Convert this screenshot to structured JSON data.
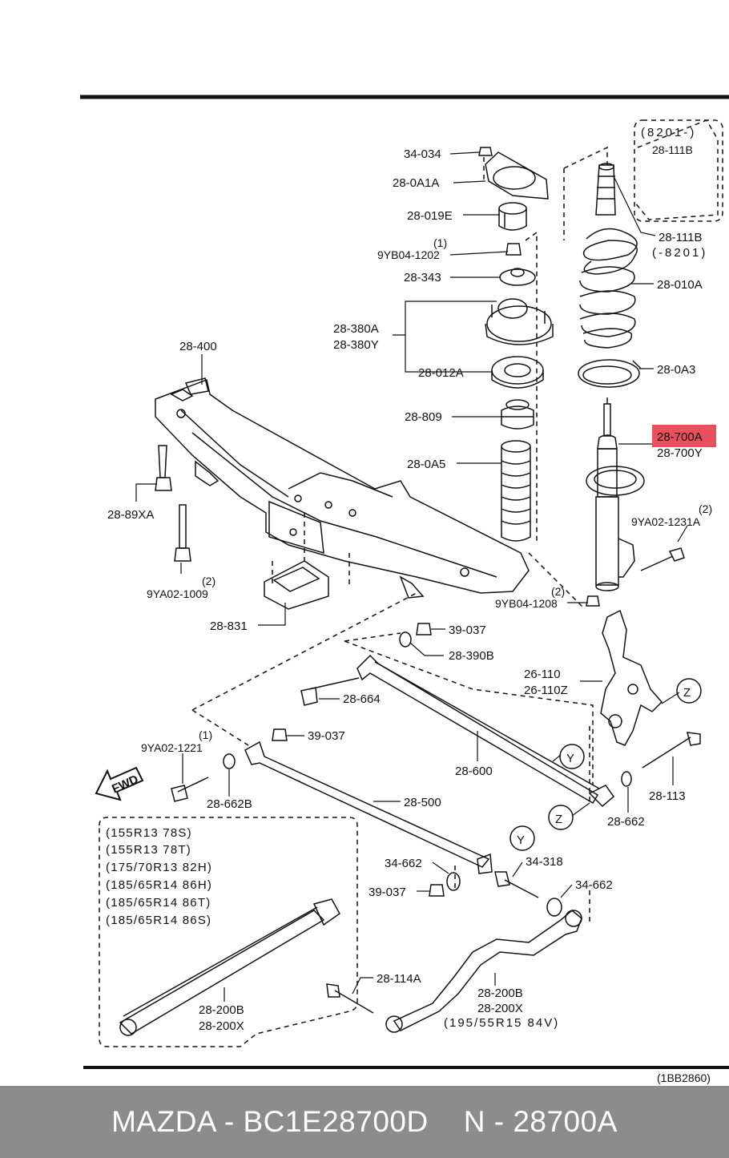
{
  "labels": {
    "l_34034": "34-034",
    "l_280A1A": "28-0A1A",
    "l_28019E": "28-019E",
    "l_9YB041202_qty": "(1)",
    "l_9YB041202": "9YB04-1202",
    "l_28343": "28-343",
    "l_28380A": "28-380A",
    "l_28380Y": "28-380Y",
    "l_28012A": "28-012A",
    "l_28809": "28-809",
    "l_280A5": "28-0A5",
    "l_28400": "28-400",
    "l_2889XA": "28-89XA",
    "l_9YA021009_qty": "(2)",
    "l_9YA021009": "9YA02-1009",
    "l_28831": "28-831",
    "l_8201_box": "(8201-)",
    "l_28111B_box": "28-111B",
    "l_28111B": "28-111B",
    "l_28111B_range": "(-8201)",
    "l_28010A": "28-010A",
    "l_280A3": "28-0A3",
    "l_28700A": "28-700A",
    "l_28700Y": "28-700Y",
    "l_9YA021231A_qty": "(2)",
    "l_9YA021231A": "9YA02-1231A",
    "l_9YB041208_qty": "(2)",
    "l_9YB041208": "9YB04-1208",
    "l_39037a": "39-037",
    "l_28390B": "28-390B",
    "l_26110": "26-110",
    "l_26110Z": "26-110Z",
    "l_28664": "28-664",
    "l_Z1": "Z",
    "l_9YA021221_qty": "(1)",
    "l_9YA021221": "9YA02-1221",
    "l_39037b": "39-037",
    "l_Y1": "Y",
    "l_28600": "28-600",
    "l_28113": "28-113",
    "l_FWD": "FWD",
    "l_28662B": "28-662B",
    "l_28500": "28-500",
    "l_Z2": "Z",
    "l_28662": "28-662",
    "l_Y2": "Y",
    "l_tire1": "(155R13  78S)",
    "l_tire2": "(155R13  78T)",
    "l_tire3": "(175/70R13  82H)",
    "l_tire4": "(185/65R14  86H)",
    "l_tire5": "(185/65R14  86T)",
    "l_tire6": "(185/65R14  86S)",
    "l_34662a": "34-662",
    "l_34318": "34-318",
    "l_39037c": "39-037",
    "l_34662b": "34-662",
    "l_28114A": "28-114A",
    "l_28200B_inset": "28-200B",
    "l_28200X_inset": "28-200X",
    "l_28200B": "28-200B",
    "l_28200X": "28-200X",
    "l_tire7": "(195/55R15  84V)",
    "l_ref": "(1BB2860)"
  },
  "colors": {
    "highlight": "#e8505b",
    "footer_bg": "#8c8c8c",
    "footer_text": "#ffffff",
    "line": "#111111"
  },
  "footer": {
    "brand_part": "MAZDA - BC1E28700D",
    "n_part": "N - 28700A"
  }
}
